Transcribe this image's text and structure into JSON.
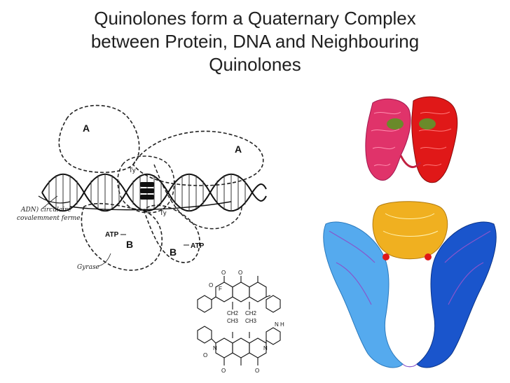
{
  "slide": {
    "title_line1": "Quinolones form a Quaternary Complex",
    "title_line2": "between Protein, DNA and Neighbouring",
    "title_line3": "Quinolones"
  },
  "diagram": {
    "label_A_left": "A",
    "label_A_right": "A",
    "label_B_left": "B",
    "label_B_right": "B",
    "label_Ty_top": "Ty",
    "label_Ty_bottom": "Ty",
    "label_ATP_left": "ATP",
    "label_ATP_right": "ATP",
    "handwritten_dna_line1": "ADN) circulaire",
    "handwritten_dna_line2": "covalemment ferme",
    "handwritten_gyrase": "Gyrase"
  },
  "chemistry": {
    "o_top1": "O",
    "o_top2": "O",
    "o_minus_left": "O",
    "f_label": "F",
    "ch2_left": "CH2",
    "ch3_left": "CH3",
    "ch2_right": "CH2",
    "ch3_right": "CH3",
    "n_h_top": "N",
    "h_top": "H",
    "n_left": "N",
    "n_right": "N",
    "o_bottom1": "O",
    "o_bottom2": "O",
    "o_minus_bottom": "O"
  },
  "colors": {
    "protein_top_left": "#e0336a",
    "protein_top_right": "#e01818",
    "protein_top_inner": "#6a8a2a",
    "protein_bottom_left": "#55aaee",
    "protein_bottom_right": "#1a55cc",
    "protein_bottom_center": "#f0b020",
    "protein_bottom_ribbon": "#8855cc",
    "protein_bottom_dot": "#e01818"
  }
}
